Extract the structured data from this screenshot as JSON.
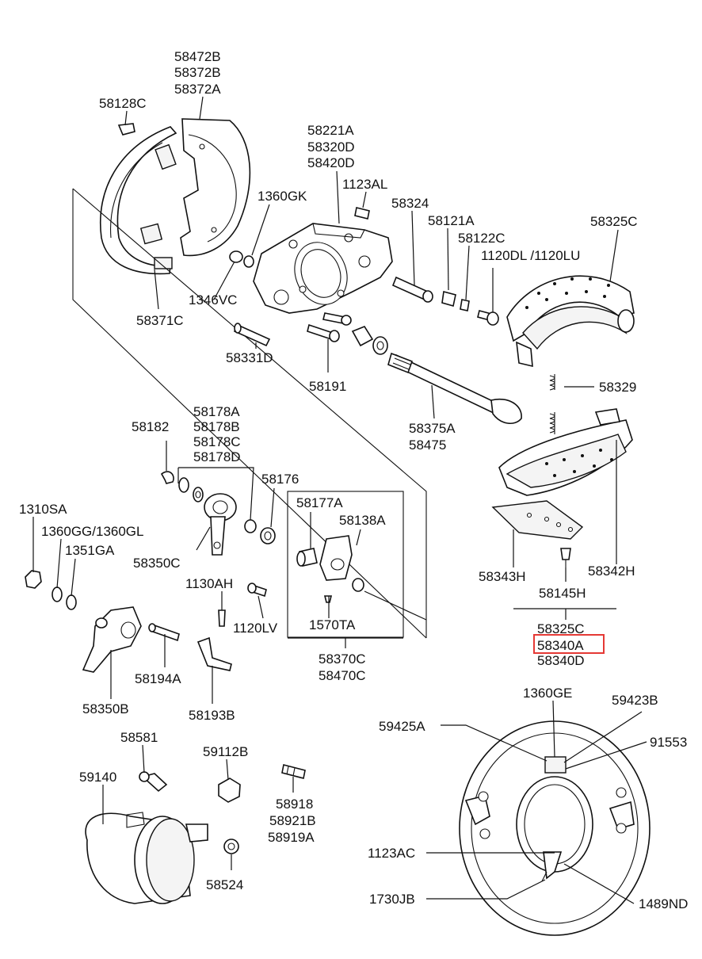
{
  "labels": {
    "l58472B": "58472B",
    "l58372B": "58372B",
    "l58372A": "58372A",
    "l58128C": "58128C",
    "l58371C": "58371C",
    "l58221A": "58221A",
    "l58320D": "58320D",
    "l58420D": "58420D",
    "l1360GK": "1360GK",
    "l1123AL": "1123AL",
    "l58324": "58324",
    "l58121A": "58121A",
    "l58122C": "58122C",
    "l1120DL": "1120DL /1120LU",
    "l58325C_top": "58325C",
    "l1346VC": "1346VC",
    "l58331D": "58331D",
    "l58191": "58191",
    "l58329": "58329",
    "l58375A": "58375A",
    "l58475": "58475",
    "l58178A": "58178A",
    "l58178B": "58178B",
    "l58178C": "58178C",
    "l58178D": "58178D",
    "l58182": "58182",
    "l58176": "58176",
    "l58177A": "58177A",
    "l58138A": "58138A",
    "l1310SA": "1310SA",
    "l1360GG": "1360GG/1360GL",
    "l1351GA": "1351GA",
    "l58350C": "58350C",
    "l1130AH": "1130AH",
    "l1120LV": "1120LV",
    "l1570TA": "1570TA",
    "l58370C": "58370C",
    "l58470C": "58470C",
    "l58343H": "58343H",
    "l58342H": "58342H",
    "l58145H": "58145H",
    "l58325C": "58325C",
    "l58340A": "58340A",
    "l58340D": "58340D",
    "l58194A": "58194A",
    "l58350B": "58350B",
    "l58193B": "58193B",
    "l1360GE": "1360GE",
    "l59423B": "59423B",
    "l59425A": "59425A",
    "l91553": "91553",
    "l58581": "58581",
    "l59112B": "59112B",
    "l59140": "59140",
    "l58918": "58918",
    "l58921B": "58921B",
    "l58919A": "58919A",
    "l58524": "58524",
    "l1123AC": "1123AC",
    "l1730JB": "1730JB",
    "l1489ND": "1489ND"
  },
  "highlight": {
    "part_number": "58340A",
    "color": "#e53935"
  }
}
